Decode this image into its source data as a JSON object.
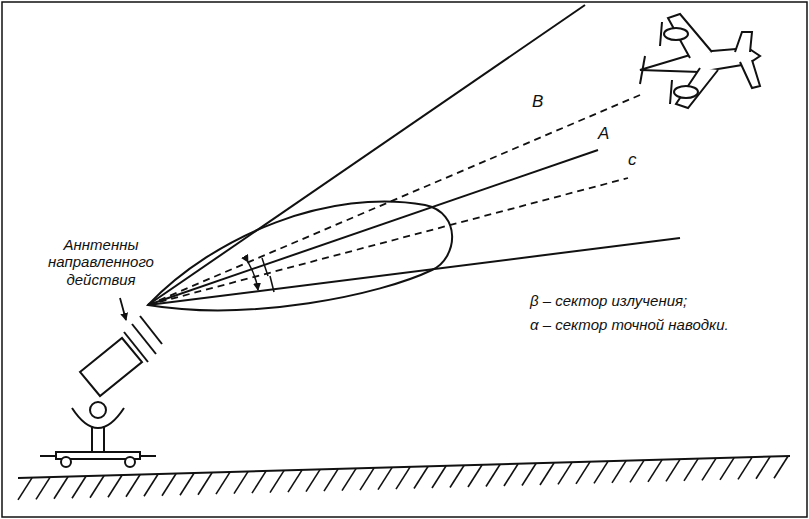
{
  "diagram": {
    "labels": [
      "Аннтенны направленного действия",
      "B",
      "A",
      "c",
      "β – сектор излучения;",
      "α – сектор точной наводки."
    ]
  }
}
